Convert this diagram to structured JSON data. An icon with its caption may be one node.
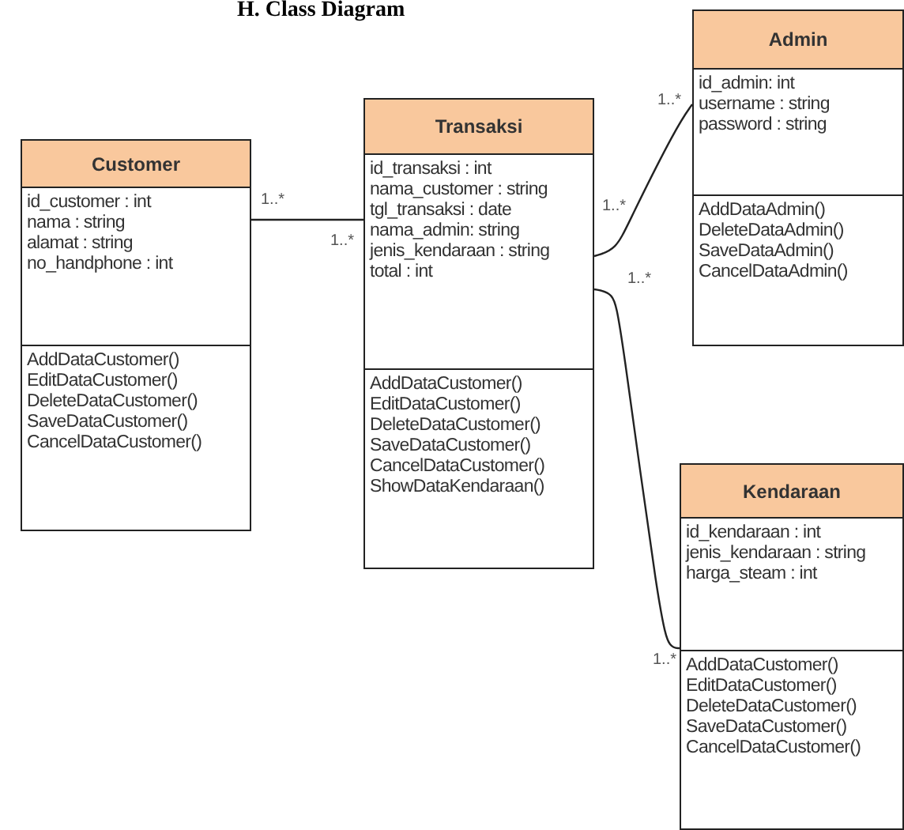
{
  "diagram": {
    "title": "H. Class Diagram",
    "nodes": [
      {
        "text": [
          "Customer"
        ]
      },
      {
        "text": [
          "id_customer : int",
          "nama : string",
          "alamat : string",
          "no_handphone : int"
        ],
        "in": 0
      },
      {
        "text": [
          "AddDataCustomer()",
          "EditDataCustomer()",
          "DeleteDataCustomer()",
          "SaveDataCustomer()",
          "CancelDataCustomer()"
        ],
        "in": 0
      },
      {
        "text": [
          "Transaksi"
        ]
      },
      {
        "text": [
          "id_transaksi : int",
          "nama_customer : string",
          "tgl_transaksi : date",
          "nama_admin: string",
          "jenis_kendaraan : string",
          "total : int"
        ],
        "in": 3
      },
      {
        "text": [
          "AddDataCustomer()",
          "EditDataCustomer()",
          "DeleteDataCustomer()",
          "SaveDataCustomer()",
          "CancelDataCustomer()",
          "ShowDataKendaraan()"
        ],
        "in": 3
      },
      {
        "text": [
          "Admin"
        ]
      },
      {
        "text": [
          "id_admin: int",
          "username : string",
          "password : string"
        ],
        "in": 6
      },
      {
        "text": [
          "AddDataAdmin()",
          "DeleteDataAdmin()",
          "SaveDataAdmin()",
          "CancelDataAdmin()"
        ],
        "in": 6
      },
      {
        "text": [
          "Kendaraan"
        ]
      },
      {
        "text": [
          "id_kendaraan : int",
          "jenis_kendaraan : string",
          "harga_steam : int"
        ],
        "in": 9
      },
      {
        "text": [
          "AddDataCustomer()",
          "EditDataCustomer()",
          "DeleteDataCustomer()",
          "SaveDataCustomer()",
          "CancelDataCustomer()"
        ],
        "in": 9
      }
    ],
    "edges": [
      {
        "from": 0,
        "to": 3,
        "arrow": "none"
      },
      {
        "from": 3,
        "to": 6,
        "arrow": "none"
      },
      {
        "from": 3,
        "to": 9,
        "arrow": "none"
      }
    ],
    "labels": [
      "1..*",
      "1..*",
      "1..*",
      "1..*",
      "1..*",
      "1..*"
    ]
  }
}
